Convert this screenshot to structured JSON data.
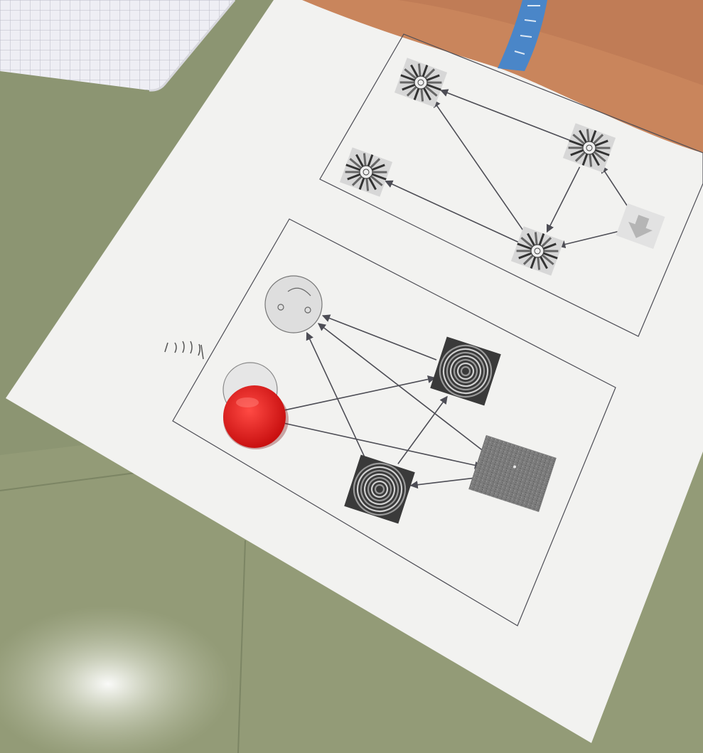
{
  "scene": {
    "surface_color": "#8c9572",
    "paper_color": "#f2f2f0",
    "line_color": "#4d4d55",
    "token_color": "#e01b1b",
    "arm_color": "#c9855c",
    "wristband_color": "#4a86c8"
  },
  "top_diagram": {
    "nodes": [
      {
        "id": "sun-tile-1",
        "icon": "sun-burst"
      },
      {
        "id": "sun-tile-2",
        "icon": "sun-burst"
      },
      {
        "id": "sun-tile-3",
        "icon": "sun-burst"
      },
      {
        "id": "sun-tile-4",
        "icon": "sun-burst"
      },
      {
        "id": "down-arrow-tile",
        "icon": "down-arrow"
      }
    ],
    "edges": [
      [
        "sun-tile-2",
        "sun-tile-1"
      ],
      [
        "sun-tile-4",
        "sun-tile-1"
      ],
      [
        "sun-tile-4",
        "sun-tile-3"
      ],
      [
        "sun-tile-2",
        "sun-tile-4"
      ],
      [
        "down-arrow-tile",
        "sun-tile-2"
      ],
      [
        "down-arrow-tile",
        "sun-tile-4"
      ]
    ]
  },
  "bottom_diagram": {
    "nodes": [
      {
        "id": "face-circle",
        "icon": "face"
      },
      {
        "id": "red-token",
        "icon": "red-disc"
      },
      {
        "id": "spiral-tile-1",
        "icon": "spiral"
      },
      {
        "id": "spiral-tile-2",
        "icon": "spiral"
      },
      {
        "id": "texture-tile",
        "icon": "gray-texture"
      }
    ],
    "edges": [
      [
        "spiral-tile-1",
        "face-circle"
      ],
      [
        "texture-tile",
        "face-circle"
      ],
      [
        "spiral-tile-2",
        "face-circle"
      ],
      [
        "red-token",
        "spiral-tile-1"
      ],
      [
        "red-token",
        "texture-tile"
      ],
      [
        "spiral-tile-2",
        "spiral-tile-1"
      ],
      [
        "texture-tile",
        "spiral-tile-2"
      ]
    ]
  }
}
